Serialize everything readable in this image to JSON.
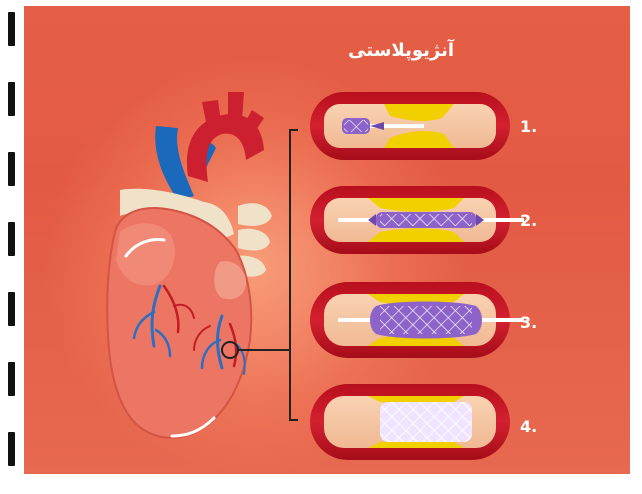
{
  "title": "آنژیوپلاستی",
  "steps": [
    {
      "label": "1."
    },
    {
      "label": "2."
    },
    {
      "label": "3."
    },
    {
      "label": "4."
    }
  ],
  "colors": {
    "background": "#e35a43",
    "vessel_outer": "#b8141a",
    "vessel_inner": "#f7c5a0",
    "plaque": "#f2d000",
    "balloon": "#8d63c9",
    "stent": "#e8defa",
    "heart_body": "#ec7663",
    "aorta": "#cc1f2f",
    "vein": "#1b69ba",
    "coronary_vessels": "#2b6fc4",
    "connector": "#222222"
  }
}
